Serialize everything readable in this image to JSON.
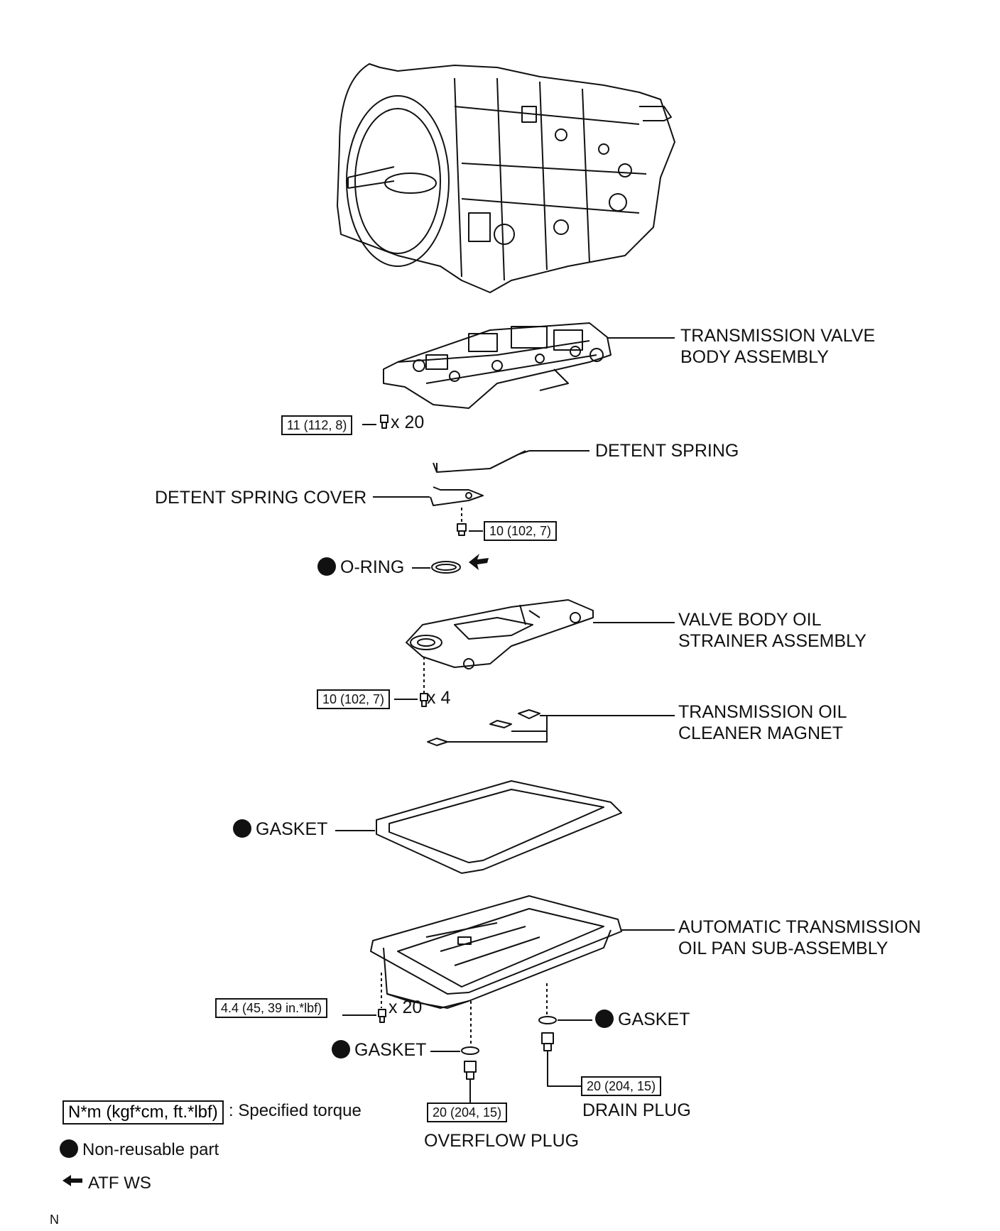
{
  "parts": {
    "valve_body": [
      "TRANSMISSION VALVE",
      "BODY ASSEMBLY"
    ],
    "detent_spring": "DETENT SPRING",
    "detent_spring_cover": "DETENT SPRING COVER",
    "o_ring": "O-RING",
    "strainer": [
      "VALVE BODY OIL",
      "STRAINER ASSEMBLY"
    ],
    "magnet": [
      "TRANSMISSION OIL",
      "CLEANER MAGNET"
    ],
    "pan_gasket": "GASKET",
    "oil_pan": [
      "AUTOMATIC TRANSMISSION",
      "OIL PAN SUB-ASSEMBLY"
    ],
    "drain_gasket": "GASKET",
    "overflow_gasket": "GASKET",
    "overflow_plug": "OVERFLOW PLUG",
    "drain_plug": "DRAIN PLUG"
  },
  "torques": {
    "valve_body_bolts": "11 (112, 8)",
    "valve_body_qty": "x 20",
    "detent_cover_bolt": "10 (102, 7)",
    "strainer_bolts": "10 (102, 7)",
    "strainer_qty": "x 4",
    "pan_bolts": "4.4 (45, 39 in.*lbf)",
    "pan_qty": "x 20",
    "overflow_plug": "20 (204, 15)",
    "drain_plug": "20 (204, 15)"
  },
  "legend": {
    "torque_box": "N*m (kgf*cm, ft.*lbf)",
    "torque_text": ": Specified torque",
    "non_reusable": "Non-reusable part",
    "atf": "ATF WS"
  },
  "footer_code": "N"
}
